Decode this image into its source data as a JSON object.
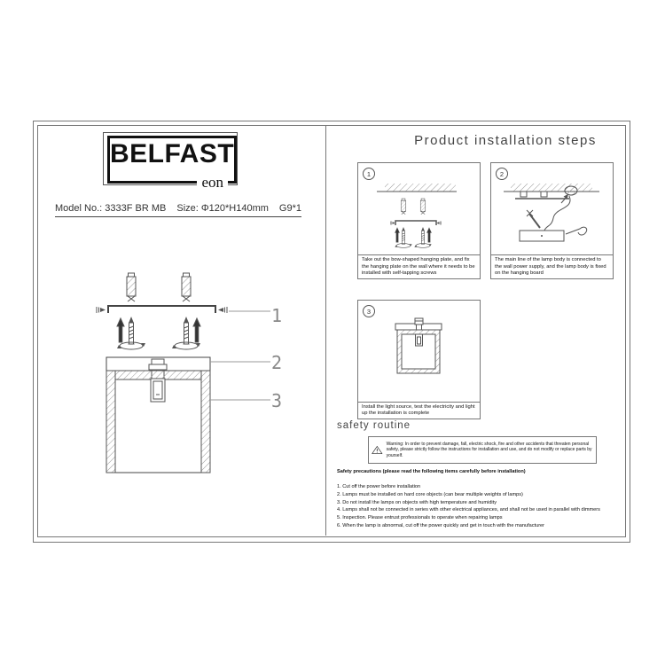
{
  "logo": {
    "brand": "BELFAST",
    "sub": "eon"
  },
  "model_line": {
    "model": "Model No.: 3333F BR MB",
    "size": "Size: Φ120*H140mm",
    "bulb": "G9*1"
  },
  "diagram": {
    "callouts": [
      "1",
      "2",
      "3"
    ]
  },
  "installation": {
    "title": "Product installation steps",
    "steps": [
      {
        "number": "1",
        "caption": "Take out the bow-shaped hanging plate, and fix the hanging plate on the wall where it needs to be installed with self-tapping screws"
      },
      {
        "number": "2",
        "caption": "The main line of the lamp body is connected to the wall power supply, and the lamp body is fixed on the hanging board"
      },
      {
        "number": "3",
        "caption": "Install the light source, test the electricity and light up the installation is complete"
      }
    ]
  },
  "safety": {
    "heading": "safety routine",
    "warning": "Warning: In order to prevent damage, fall, electric shock, fire and other accidents that threaten personal safety, please strictly follow the instructions for installation and use, and do not modify or replace parts by yourself.",
    "precautions_intro": "Safety precautions (please read the following items carefully before installation)",
    "items": [
      "1. Cut off the power before installation",
      "2. Lamps must be installed on hard core objects (can bear multiple weights of lamps)",
      "3. Do not install the lamps on objects with high temperature and humidity",
      "4. Lamps shall not be connected in series with other electrical appliances, and shall not be used in parallel with dimmers",
      "5. Inspection. Please entrust professionals to operate when repairing lamps",
      "6. When the lamp is abnormal, cut off the power quickly and get in touch with the manufacturer"
    ]
  },
  "colors": {
    "line": "#666666",
    "ink": "#222222"
  }
}
